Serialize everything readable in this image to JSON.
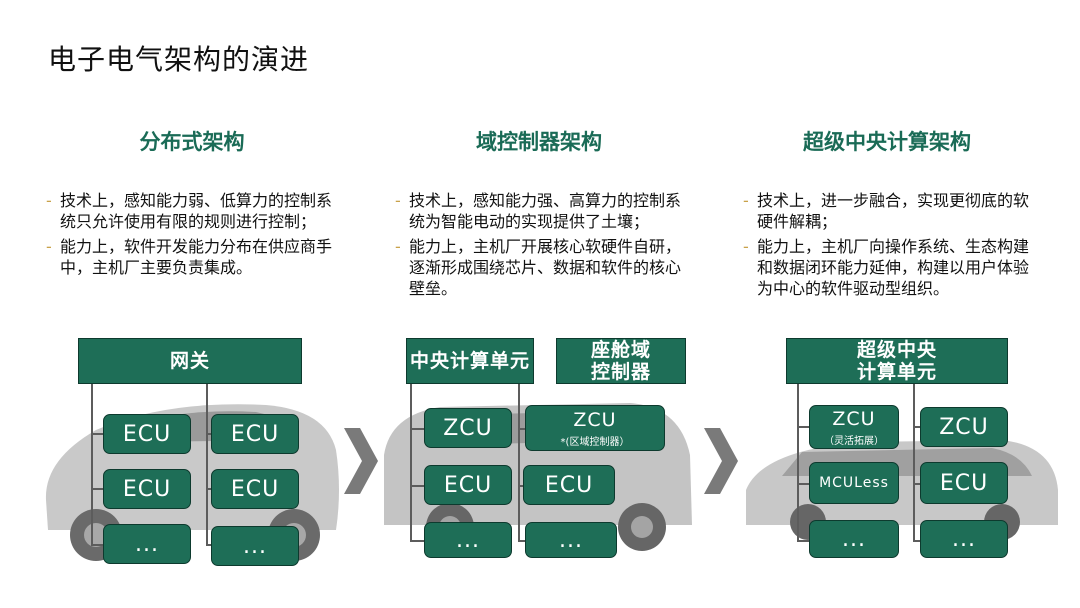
{
  "page": {
    "title": "电子电气架构的演进"
  },
  "columns": [
    {
      "title": "分布式架构",
      "bullets": [
        "技术上，感知能力弱、低算力的控制系统只允许使用有限的规则进行控制；",
        "能力上，软件开发能力分布在供应商手中，主机厂主要负责集成。"
      ],
      "header": "网关",
      "boxes": [
        "ECU",
        "ECU",
        "ECU",
        "ECU",
        "...",
        "..."
      ]
    },
    {
      "title": "域控制器架构",
      "bullets": [
        "技术上，感知能力强、高算力的控制系统为智能电动的实现提供了土壤；",
        "能力上，主机厂开展核心软硬件自研，逐渐形成围绕芯片、数据和软件的核心壁垒。"
      ],
      "header_left": "中央计算单元",
      "header_right_1": "座舱域",
      "header_right_2": "控制器",
      "zcu_a": "ZCU",
      "zcu_b": "ZCU",
      "zcu_b_sub": "*(区域控制器）",
      "ecu_a": "ECU",
      "ecu_b": "ECU",
      "more_a": "...",
      "more_b": "..."
    },
    {
      "title": "超级中央计算架构",
      "bullets": [
        "技术上，进一步融合，实现更彻底的软硬件解耦；",
        "能力上，主机厂向操作系统、生态构建和数据闭环能力延伸，构建以用户体验为中心的软件驱动型组织。"
      ],
      "header_1": "超级中央",
      "header_2": "计算单元",
      "zcu_a": "ZCU",
      "zcu_a_sub": "（灵活拓展）",
      "zcu_b": "ZCU",
      "mculess": "MCULess",
      "ecu": "ECU",
      "more_a": "...",
      "more_b": "..."
    }
  ],
  "colors": {
    "box": "#1e6e57",
    "title": "#1a6b56",
    "dash": "#c9a24a"
  }
}
